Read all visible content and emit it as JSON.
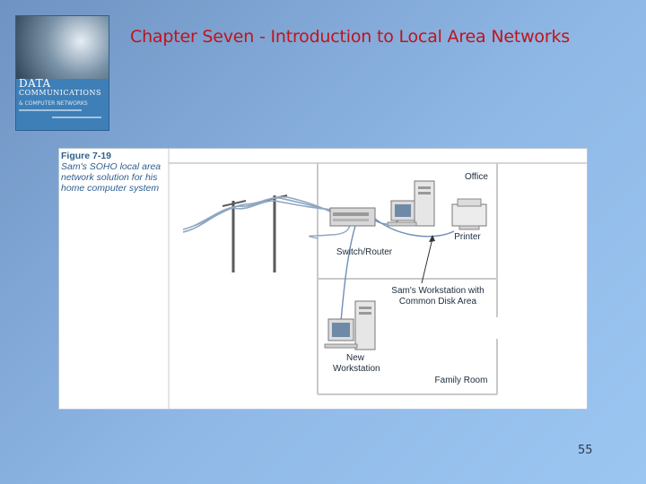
{
  "slide": {
    "title": "Chapter Seven - Introduction to Local Area Networks",
    "page_number": "55"
  },
  "book_cover": {
    "title_line1": "DATA",
    "title_line2": "COMMUNICATIONS",
    "title_line3": "& COMPUTER NETWORKS"
  },
  "figure": {
    "label": "Figure 7-19",
    "caption": "Sam's SOHO local area network solution for his home computer system",
    "labels": {
      "office": "Office",
      "printer": "Printer",
      "switch_router": "Switch/Router",
      "workstation": "Sam's Workstation with Common Disk Area",
      "new_workstation": "New Workstation",
      "family_room": "Family Room"
    }
  }
}
